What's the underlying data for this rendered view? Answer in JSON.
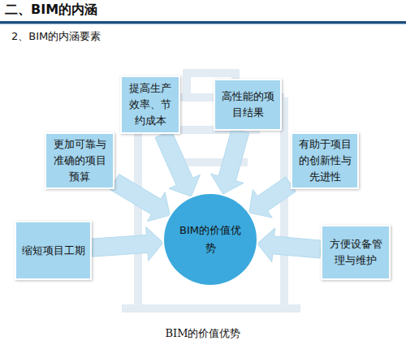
{
  "diagram": {
    "title": "二、BIM的内涵",
    "labels": [
      "2、BIM的内涵要素"
    ],
    "caption": "BIM的价值优势",
    "nodes": [
      {
        "text": [
          "提高生产效率、节约成本"
        ]
      },
      {
        "text": [
          "高性能的项目结果"
        ]
      },
      {
        "text": [
          "更加可靠与准确的项目预算"
        ]
      },
      {
        "text": [
          "有助于项目的创新性与先进性"
        ]
      },
      {
        "text": [
          "缩短项目工期"
        ]
      },
      {
        "text": [
          "BIM的价值优势"
        ]
      },
      {
        "text": [
          "方便设备管理与维护"
        ]
      }
    ],
    "edges": [
      {
        "from": 0,
        "to": 5,
        "arrow": "to"
      },
      {
        "from": 1,
        "to": 5,
        "arrow": "to"
      },
      {
        "from": 2,
        "to": 5,
        "arrow": "to"
      },
      {
        "from": 3,
        "to": 5,
        "arrow": "to"
      },
      {
        "from": 4,
        "to": 5,
        "arrow": "to"
      },
      {
        "from": 6,
        "to": 5,
        "arrow": "to"
      }
    ]
  }
}
